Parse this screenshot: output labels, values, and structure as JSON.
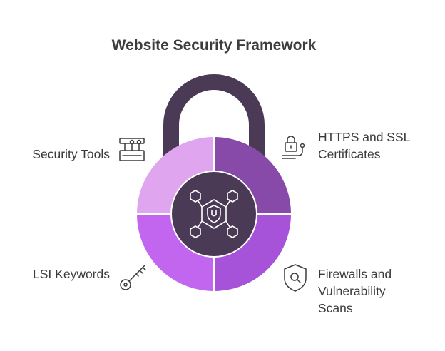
{
  "title": "Website Security Framework",
  "segments": [
    {
      "id": "security-tools",
      "label_lines": [
        "Security Tools"
      ],
      "icon": "toolbox-icon",
      "color": "#dfa5ee"
    },
    {
      "id": "https-ssl",
      "label_lines": [
        "HTTPS and SSL",
        "Certificates"
      ],
      "icon": "padlock-cable-icon",
      "color": "#874aa8"
    },
    {
      "id": "lsi-keywords",
      "label_lines": [
        "LSI Keywords"
      ],
      "icon": "key-icon",
      "color": "#c366ef"
    },
    {
      "id": "firewalls",
      "label_lines": [
        "Firewalls and",
        "Vulnerability",
        "Scans"
      ],
      "icon": "shield-search-icon",
      "color": "#a653da"
    }
  ],
  "colors": {
    "shackle": "#4b3a55",
    "center": "#4b3a55",
    "text": "#3b3b3b",
    "divider": "#ffffff"
  },
  "center_icon": "shield-network-icon"
}
